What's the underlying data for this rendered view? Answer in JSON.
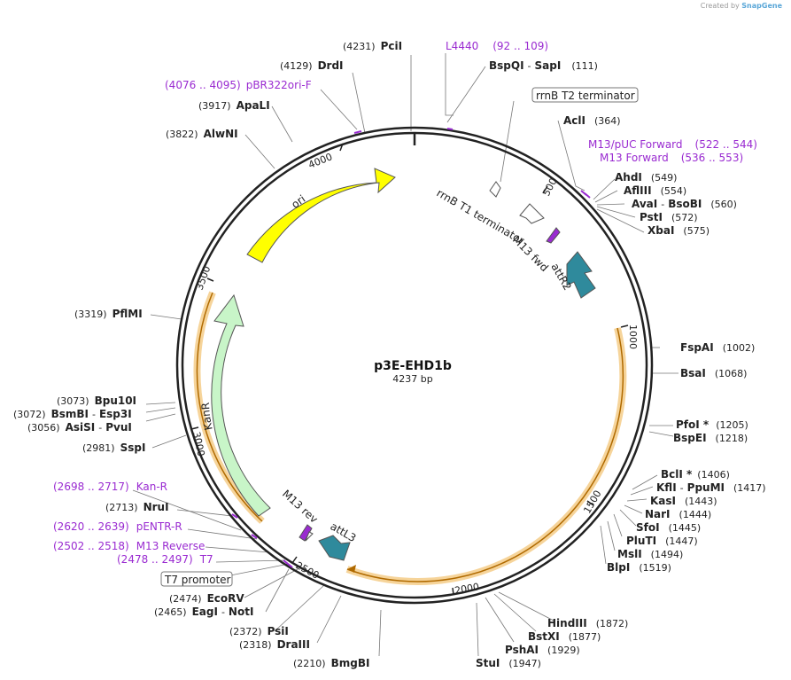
{
  "credit": {
    "prefix": "Created by",
    "brand": "SnapGene"
  },
  "plasmid": {
    "name": "p3E-EHD1b",
    "length_label": "4237 bp",
    "length": 4237
  },
  "colors": {
    "primer": "#9a2bd1",
    "ori": "#ffff00",
    "kanr": "#c8f5c8",
    "att": "#2f8a9c",
    "orf_highlight": "#f6d49a",
    "backbone": "#222222"
  },
  "ruler_labels": [
    "500",
    "1000",
    "1500",
    "2000",
    "2500",
    "3000",
    "3500",
    "4000"
  ],
  "features": [
    {
      "label": "ori",
      "kind": "ori"
    },
    {
      "label": "KanR",
      "kind": "kanr"
    },
    {
      "label": "rrnB T1 terminator",
      "kind": "terminator"
    },
    {
      "label": "M13 fwd",
      "kind": "primer-site"
    },
    {
      "label": "attR2",
      "kind": "att"
    },
    {
      "label": "M13 rev",
      "kind": "primer-site"
    },
    {
      "label": "attL3",
      "kind": "att"
    }
  ],
  "boxed_features": [
    {
      "text": "rrnB T2 terminator"
    },
    {
      "text": "T7 promoter"
    }
  ],
  "primer_labels": [
    {
      "name": "L4440",
      "range": "(92 .. 109)"
    },
    {
      "name": "pBR322ori-F",
      "range": "(4076 .. 4095)"
    },
    {
      "name": "M13/pUC Forward",
      "range": "(522 .. 544)"
    },
    {
      "name": "M13 Forward",
      "range": "(536 .. 553)"
    },
    {
      "name": "Kan-R",
      "range": "(2698 .. 2717)"
    },
    {
      "name": "pENTR-R",
      "range": "(2620 .. 2639)"
    },
    {
      "name": "M13 Reverse",
      "range": "(2502 .. 2518)"
    },
    {
      "name": "T7",
      "range": "(2478 .. 2497)"
    }
  ],
  "enzyme_labels": [
    {
      "name": "PciI",
      "pos": "(4231)"
    },
    {
      "name": "DrdI",
      "pos": "(4129)"
    },
    {
      "name": "BspQI",
      "second": "SapI",
      "pos": "(111)"
    },
    {
      "name": "ApaLI",
      "pos": "(3917)"
    },
    {
      "name": "AlwNI",
      "pos": "(3822)"
    },
    {
      "name": "AclI",
      "pos": "(364)"
    },
    {
      "name": "AhdI",
      "pos": "(549)"
    },
    {
      "name": "AflIII",
      "pos": "(554)"
    },
    {
      "name": "AvaI",
      "second": "BsoBI",
      "pos": "(560)"
    },
    {
      "name": "PstI",
      "pos": "(572)"
    },
    {
      "name": "XbaI",
      "pos": "(575)"
    },
    {
      "name": "PflMI",
      "pos": "(3319)"
    },
    {
      "name": "FspAI",
      "pos": "(1002)"
    },
    {
      "name": "BsaI",
      "pos": "(1068)"
    },
    {
      "name": "Bpu10I",
      "pos": "(3073)"
    },
    {
      "name": "BsmBI",
      "second": "Esp3I",
      "pos": "(3072)"
    },
    {
      "name": "AsiSI",
      "second": "PvuI",
      "pos": "(3056)"
    },
    {
      "name": "SspI",
      "pos": "(2981)"
    },
    {
      "name": "PfoI *",
      "pos": "(1205)"
    },
    {
      "name": "BspEI",
      "pos": "(1218)"
    },
    {
      "name": "BclI *",
      "pos": "(1406)"
    },
    {
      "name": "KflI",
      "second": "PpuMI",
      "pos": "(1417)"
    },
    {
      "name": "KasI",
      "pos": "(1443)"
    },
    {
      "name": "NarI",
      "pos": "(1444)"
    },
    {
      "name": "SfoI",
      "pos": "(1445)"
    },
    {
      "name": "PluTI",
      "pos": "(1447)"
    },
    {
      "name": "MslI",
      "pos": "(1494)"
    },
    {
      "name": "BlpI",
      "pos": "(1519)"
    },
    {
      "name": "NruI",
      "pos": "(2713)"
    },
    {
      "name": "EcoRV",
      "pos": "(2474)"
    },
    {
      "name": "EagI",
      "second": "NotI",
      "pos": "(2465)"
    },
    {
      "name": "PsiI",
      "pos": "(2372)"
    },
    {
      "name": "DraIII",
      "pos": "(2318)"
    },
    {
      "name": "BmgBI",
      "pos": "(2210)"
    },
    {
      "name": "StuI",
      "pos": "(1947)"
    },
    {
      "name": "PshAI",
      "pos": "(1929)"
    },
    {
      "name": "BstXI",
      "pos": "(1877)"
    },
    {
      "name": "HindIII",
      "pos": "(1872)"
    }
  ]
}
